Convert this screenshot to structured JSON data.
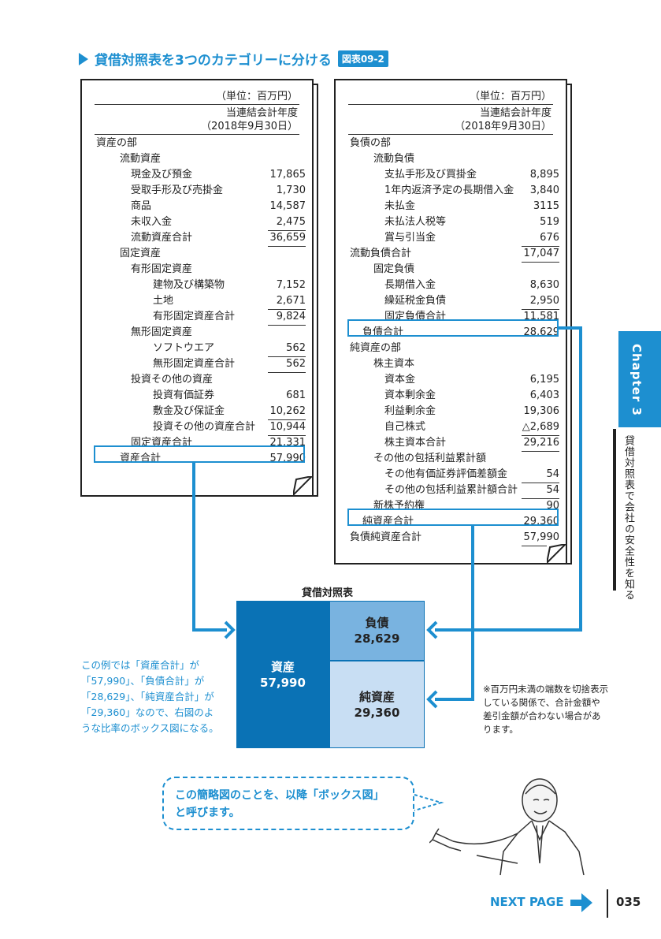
{
  "heading": {
    "title": "貸借対照表を3つのカテゴリーに分ける",
    "figure": "図表09-2"
  },
  "left_sheet": {
    "unit": "（単位：百万円）",
    "period1": "当連結会計年度",
    "period2": "（2018年9月30日）",
    "rows": [
      {
        "label": "資産の部",
        "value": ""
      },
      {
        "label": "流動資産",
        "value": ""
      },
      {
        "label": "現金及び預金",
        "value": "17,865"
      },
      {
        "label": "受取手形及び売掛金",
        "value": "1,730"
      },
      {
        "label": "商品",
        "value": "14,587"
      },
      {
        "label": "未収入金",
        "value": "2,475"
      },
      {
        "label": "流動資産合計",
        "value": "36,659"
      },
      {
        "label": "固定資産",
        "value": ""
      },
      {
        "label": "有形固定資産",
        "value": ""
      },
      {
        "label": "建物及び構築物",
        "value": "7,152"
      },
      {
        "label": "土地",
        "value": "2,671"
      },
      {
        "label": "有形固定資産合計",
        "value": "9,824"
      },
      {
        "label": "無形固定資産",
        "value": ""
      },
      {
        "label": "ソフトウエア",
        "value": "562"
      },
      {
        "label": "無形固定資産合計",
        "value": "562"
      },
      {
        "label": "投資その他の資産",
        "value": ""
      },
      {
        "label": "投資有価証券",
        "value": "681"
      },
      {
        "label": "敷金及び保証金",
        "value": "10,262"
      },
      {
        "label": "投資その他の資産合計",
        "value": "10,944"
      },
      {
        "label": "固定資産合計",
        "value": "21,331"
      },
      {
        "label": "資産合計",
        "value": "57,990"
      }
    ]
  },
  "right_sheet": {
    "unit": "（単位：百万円）",
    "period1": "当連結会計年度",
    "period2": "（2018年9月30日）",
    "rows": [
      {
        "label": "負債の部",
        "value": ""
      },
      {
        "label": "流動負債",
        "value": ""
      },
      {
        "label": "支払手形及び買掛金",
        "value": "8,895"
      },
      {
        "label": "1年内返済予定の長期借入金",
        "value": "3,840"
      },
      {
        "label": "未払金",
        "value": "3115"
      },
      {
        "label": "未払法人税等",
        "value": "519"
      },
      {
        "label": "賞与引当金",
        "value": "676"
      },
      {
        "label": "流動負債合計",
        "value": "17,047"
      },
      {
        "label": "固定負債",
        "value": ""
      },
      {
        "label": "長期借入金",
        "value": "8,630"
      },
      {
        "label": "繰延税金負債",
        "value": "2,950"
      },
      {
        "label": "固定負債合計",
        "value": "11,581"
      },
      {
        "label": "負債合計",
        "value": "28,629"
      },
      {
        "label": "純資産の部",
        "value": ""
      },
      {
        "label": "株主資本",
        "value": ""
      },
      {
        "label": "資本金",
        "value": "6,195"
      },
      {
        "label": "資本剰余金",
        "value": "6,403"
      },
      {
        "label": "利益剰余金",
        "value": "19,306"
      },
      {
        "label": "自己株式",
        "value": "△2,689"
      },
      {
        "label": "株主資本合計",
        "value": "29,216"
      },
      {
        "label": "その他の包括利益累計額",
        "value": ""
      },
      {
        "label": "その他有価証券評価差額金",
        "value": "54"
      },
      {
        "label": "その他の包括利益累計額合計",
        "value": "54"
      },
      {
        "label": "新株予約権",
        "value": "90"
      },
      {
        "label": "純資産合計",
        "value": "29,360"
      },
      {
        "label": "負債純資産合計",
        "value": "57,990"
      }
    ]
  },
  "box": {
    "title": "貸借対照表",
    "asset_label": "資産",
    "asset_value": "57,990",
    "liability_label": "負債",
    "liability_value": "28,629",
    "equity_label": "純資産",
    "equity_value": "29,360",
    "colors": {
      "asset": "#0a72b5",
      "liability": "#79b3e0",
      "equity": "#c8def3",
      "accent": "#1d8fd0"
    }
  },
  "note_left": "この例では「資産合計」が「57,990」、「負債合計」が「28,629」、「純資産合計」が「29,360」なので、右図のような比率のボックス図になる。",
  "note_right": "※百万円未満の端数を切捨表示している関係で、合計金額や差引金額が合わない場合があります。",
  "bubble": {
    "line1": "この簡略図のことを、以降「ボックス図」",
    "line2": "と呼びます。"
  },
  "chapter": {
    "tab": "Chapter 3",
    "title": "貸借対照表で会社の安全性を知る"
  },
  "footer": {
    "next": "NEXT PAGE",
    "page": "035"
  }
}
